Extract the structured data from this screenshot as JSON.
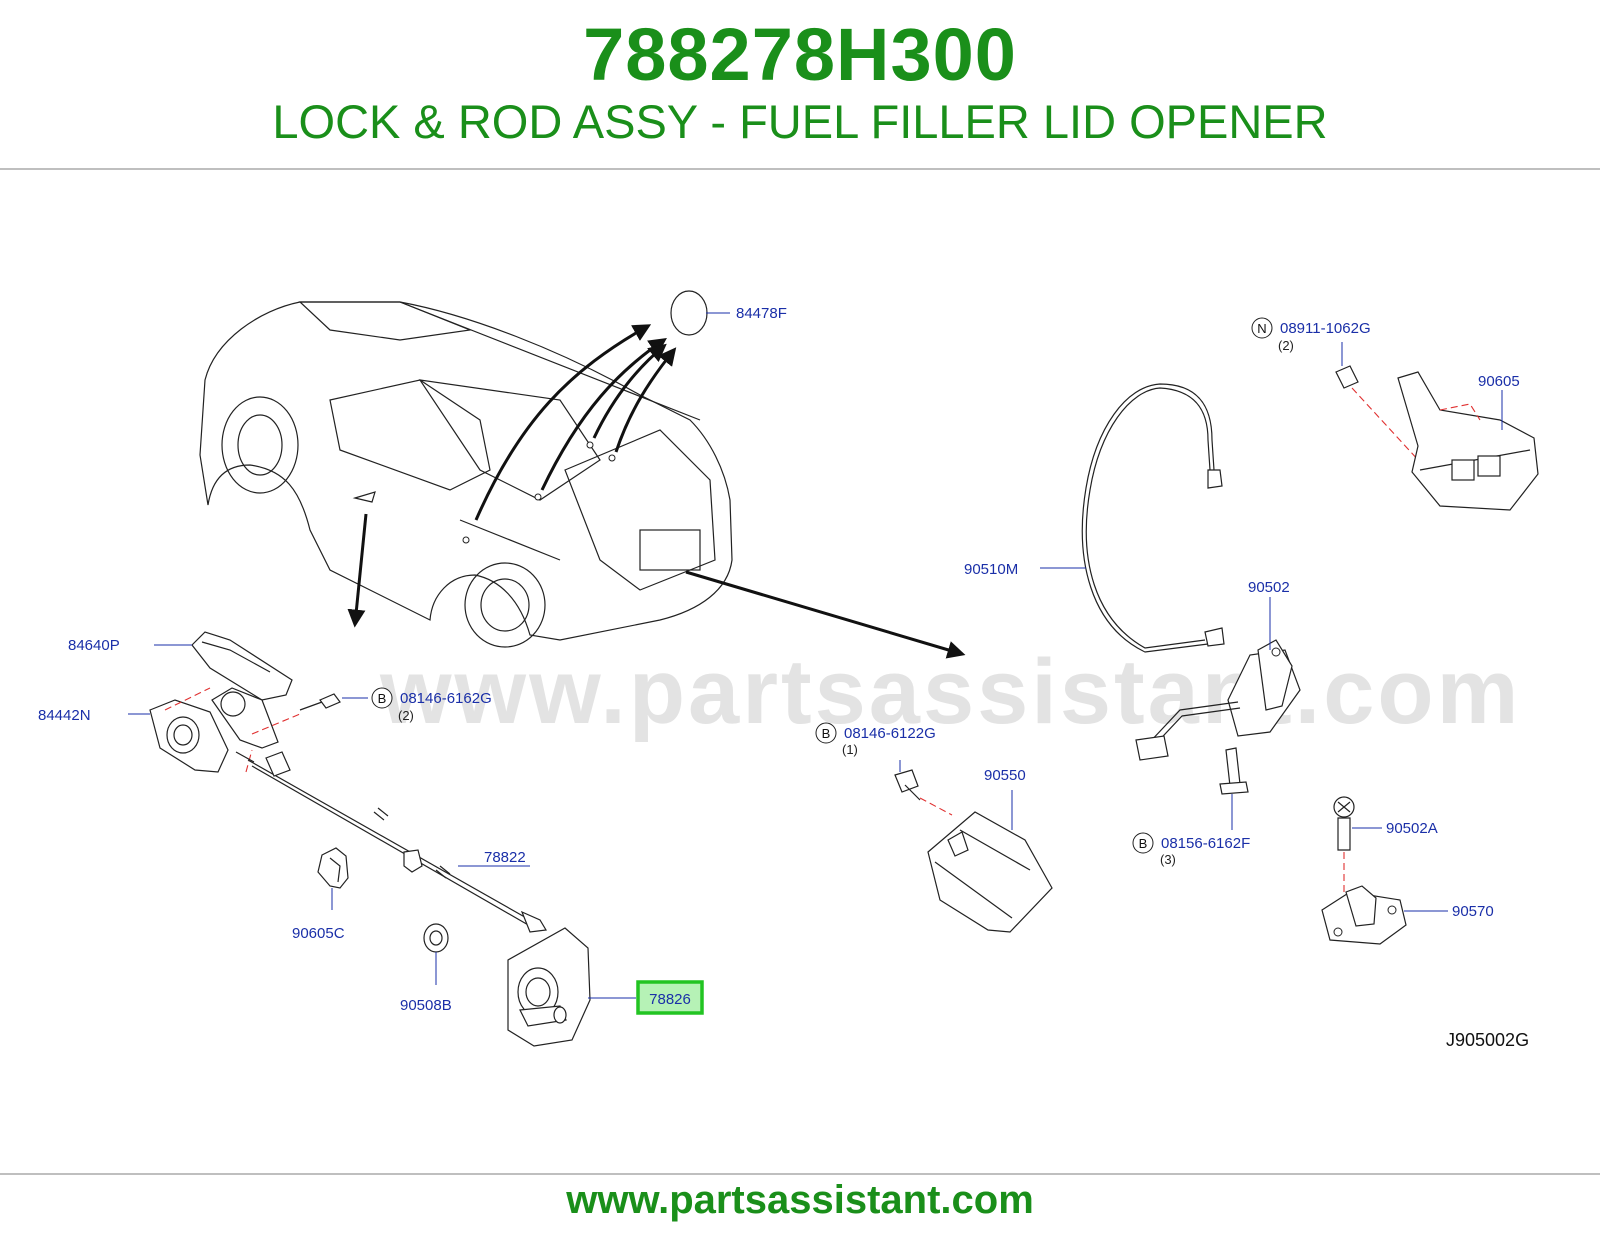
{
  "header": {
    "part_number": "788278H300",
    "title": "LOCK & ROD ASSY - FUEL FILLER LID OPENER"
  },
  "watermark": "www.partsassistant.com",
  "footer": {
    "url": "www.partsassistant.com"
  },
  "diagram_ref": "J905002G",
  "callouts": {
    "c84478F": {
      "label": "84478F"
    },
    "c84640P": {
      "label": "84640P"
    },
    "c84442N": {
      "label": "84442N"
    },
    "c08146_6162G": {
      "label": "08146-6162G",
      "prefix": "B",
      "qty": "(2)"
    },
    "c78822": {
      "label": "78822"
    },
    "c90605C": {
      "label": "90605C"
    },
    "c90508B": {
      "label": "90508B"
    },
    "c78826": {
      "label": "78826",
      "highlight_color": "#22c422"
    },
    "c08146_6122G": {
      "label": "08146-6122G",
      "prefix": "B",
      "qty": "(1)"
    },
    "c90550": {
      "label": "90550"
    },
    "c90510M": {
      "label": "90510M"
    },
    "c08911_1062G": {
      "label": "08911-1062G",
      "prefix": "N",
      "qty": "(2)"
    },
    "c90605": {
      "label": "90605"
    },
    "c90502": {
      "label": "90502"
    },
    "c08156_6162F": {
      "label": "08156-6162F",
      "prefix": "B",
      "qty": "(3)"
    },
    "c90502A": {
      "label": "90502A"
    },
    "c90570": {
      "label": "90570"
    }
  },
  "colors": {
    "brand_green": "#1a8f1a",
    "callout_blue": "#1a2fa8",
    "leader_dash_red": "#e03030",
    "highlight_green": "#22c422"
  }
}
